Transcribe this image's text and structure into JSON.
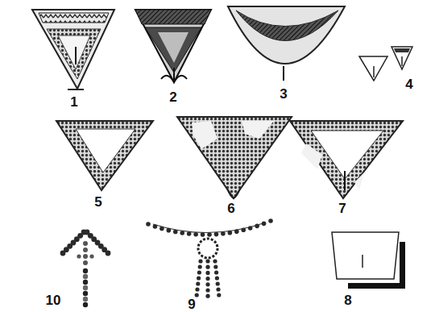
{
  "diagram": {
    "labels": [
      "1",
      "2",
      "3",
      "4",
      "5",
      "6",
      "7",
      "10",
      "9",
      "8"
    ]
  }
}
